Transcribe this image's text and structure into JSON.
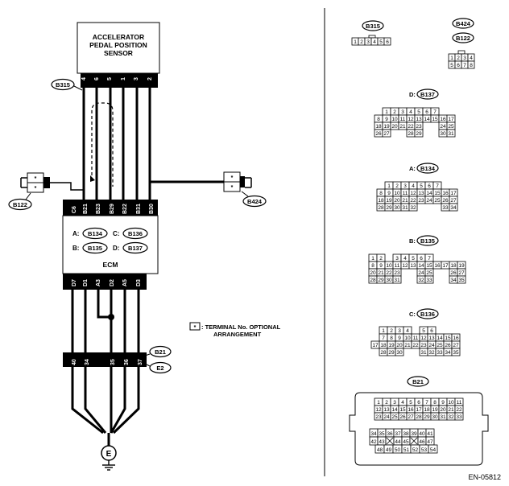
{
  "sensor": {
    "line1": "ACCELERATOR",
    "line2": "PEDAL POSITION",
    "line3": "SENSOR"
  },
  "sensor_pins": [
    "4",
    "6",
    "5",
    "1",
    "3",
    "2"
  ],
  "ecm_top_pins": [
    "C6",
    "B21",
    "B23",
    "B29",
    "B22",
    "B31",
    "B30"
  ],
  "ecm_bottom_pins": [
    "D7",
    "D1",
    "A3",
    "D2",
    "A5",
    "D3"
  ],
  "ecm_label": "ECM",
  "ecm_connectors": [
    {
      "prefix": "A:",
      "id": "B134"
    },
    {
      "prefix": "C:",
      "id": "B136"
    },
    {
      "prefix": "B:",
      "id": "B135"
    },
    {
      "prefix": "D:",
      "id": "B137"
    }
  ],
  "joint_pins": [
    "40",
    "34",
    "35",
    "36",
    "37"
  ],
  "callouts": {
    "b315": "B315",
    "b122": "B122",
    "b424": "B424",
    "b21": "B21",
    "e2": "E2"
  },
  "ground": "E",
  "star": "*",
  "legend": {
    "symbol": "*",
    "line1": ": TERMINAL No. OPTIONAL",
    "line2": "ARRANGEMENT"
  },
  "figure_id": "EN-05812",
  "conn_b315": {
    "id": "B315",
    "cells": [
      "1",
      "2",
      "3",
      "4",
      "5",
      "6"
    ]
  },
  "conn_b424": {
    "id": "B424",
    "id2": "B122",
    "cells": [
      "1",
      "2",
      "3",
      "4",
      "5",
      "6",
      "7",
      "8"
    ]
  },
  "conn_d": {
    "prefix": "D:",
    "id": "B137",
    "rows": [
      [
        "1",
        "2",
        "3",
        "4",
        "5",
        "6",
        "7"
      ],
      [
        "8",
        "9",
        "10",
        "11",
        "12",
        "13",
        "14",
        "15",
        "16",
        "17"
      ],
      [
        "18",
        "19",
        "20",
        "21",
        "22",
        "23",
        "",
        "",
        "24",
        "25"
      ],
      [
        "26",
        "27",
        "",
        "",
        "28",
        "29",
        "",
        "",
        "30",
        "31"
      ]
    ]
  },
  "conn_a": {
    "prefix": "A:",
    "id": "B134",
    "rows": [
      [
        "1",
        "2",
        "3",
        "4",
        "5",
        "6",
        "7"
      ],
      [
        "8",
        "9",
        "10",
        "11",
        "12",
        "13",
        "14",
        "15",
        "16",
        "17"
      ],
      [
        "18",
        "19",
        "20",
        "21",
        "22",
        "23",
        "24",
        "25",
        "26",
        "27"
      ],
      [
        "28",
        "29",
        "30",
        "31",
        "32",
        "",
        "",
        "",
        "33",
        "34"
      ]
    ]
  },
  "conn_b": {
    "prefix": "B:",
    "id": "B135",
    "rows": [
      [
        "1",
        "2",
        "",
        "3",
        "4",
        "5",
        "6",
        "7"
      ],
      [
        "8",
        "9",
        "10",
        "11",
        "12",
        "13",
        "14",
        "15",
        "16",
        "17",
        "18",
        "19"
      ],
      [
        "20",
        "21",
        "22",
        "23",
        "",
        "",
        "24",
        "25",
        "",
        "",
        "26",
        "27"
      ],
      [
        "28",
        "29",
        "30",
        "31",
        "",
        "",
        "32",
        "33",
        "",
        "",
        "34",
        "35"
      ]
    ]
  },
  "conn_c": {
    "prefix": "C:",
    "id": "B136",
    "rows": [
      [
        "1",
        "2",
        "3",
        "4",
        "",
        "5",
        "6"
      ],
      [
        "7",
        "8",
        "9",
        "10",
        "11",
        "12",
        "13",
        "14",
        "15",
        "16"
      ],
      [
        "17",
        "18",
        "19",
        "20",
        "21",
        "22",
        "23",
        "24",
        "25",
        "26",
        "27"
      ],
      [
        "28",
        "29",
        "30",
        "",
        "",
        "31",
        "32",
        "33",
        "34",
        "35"
      ]
    ]
  },
  "conn_b21": {
    "id": "B21",
    "rows": [
      [
        "1",
        "2",
        "3",
        "4",
        "5",
        "6",
        "7",
        "8",
        "9",
        "10",
        "11"
      ],
      [
        "12",
        "13",
        "14",
        "15",
        "16",
        "17",
        "18",
        "19",
        "20",
        "21",
        "22"
      ],
      [
        "23",
        "24",
        "25",
        "26",
        "27",
        "28",
        "29",
        "30",
        "31",
        "32",
        "33"
      ],
      [
        "34",
        "35",
        "36",
        "37",
        "38",
        "39",
        "40",
        "41"
      ],
      [
        "42",
        "43",
        "X",
        "44",
        "45",
        "X",
        "46",
        "47"
      ],
      [
        "48",
        "49",
        "50",
        "51",
        "52",
        "53",
        "54"
      ]
    ]
  }
}
